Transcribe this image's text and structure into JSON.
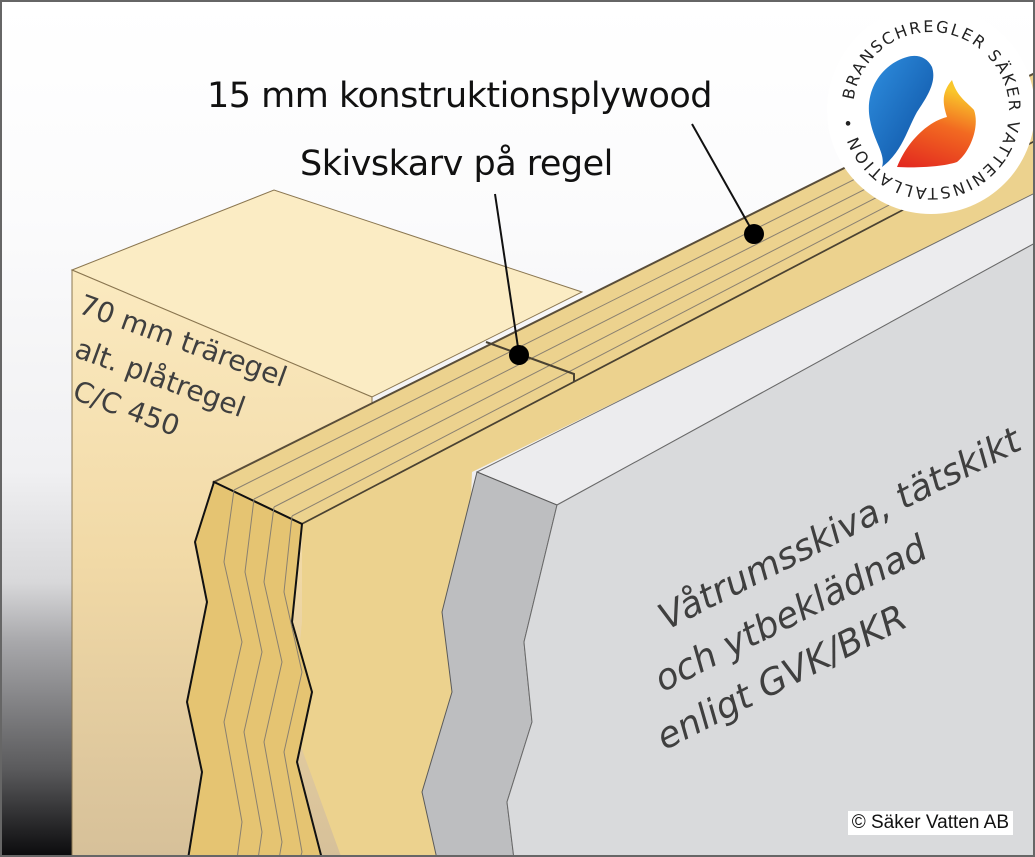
{
  "diagram": {
    "labels": {
      "plywood": "15 mm konstruktionsplywood",
      "joint": "Skivskarv på regel",
      "stud_line1": "70 mm träregel",
      "stud_line2": "alt. plåtregel",
      "stud_line3": "C/C 450",
      "board_line1": "Våtrumsskiva, tätskikt",
      "board_line2": "och ytbeklädnad",
      "board_line3": "enligt GVK/BKR"
    },
    "badge": {
      "ring_text": "BRANSCHREGLER SÄKER VATTENINSTALLATION •",
      "icon": "water-drop-and-flame-icon"
    },
    "copyright": "© Säker Vatten AB",
    "colors": {
      "stud": "#f7e3b0",
      "plywood_top": "#ecd28e",
      "plywood_edge": "#e5c472",
      "board_top": "#ececee",
      "board_edge": "#bdbec0",
      "board_face": "#d9dadc",
      "drop_blue": "#1a6fc0",
      "flame_red": "#e8352a",
      "flame_yellow": "#f7c52a"
    }
  }
}
